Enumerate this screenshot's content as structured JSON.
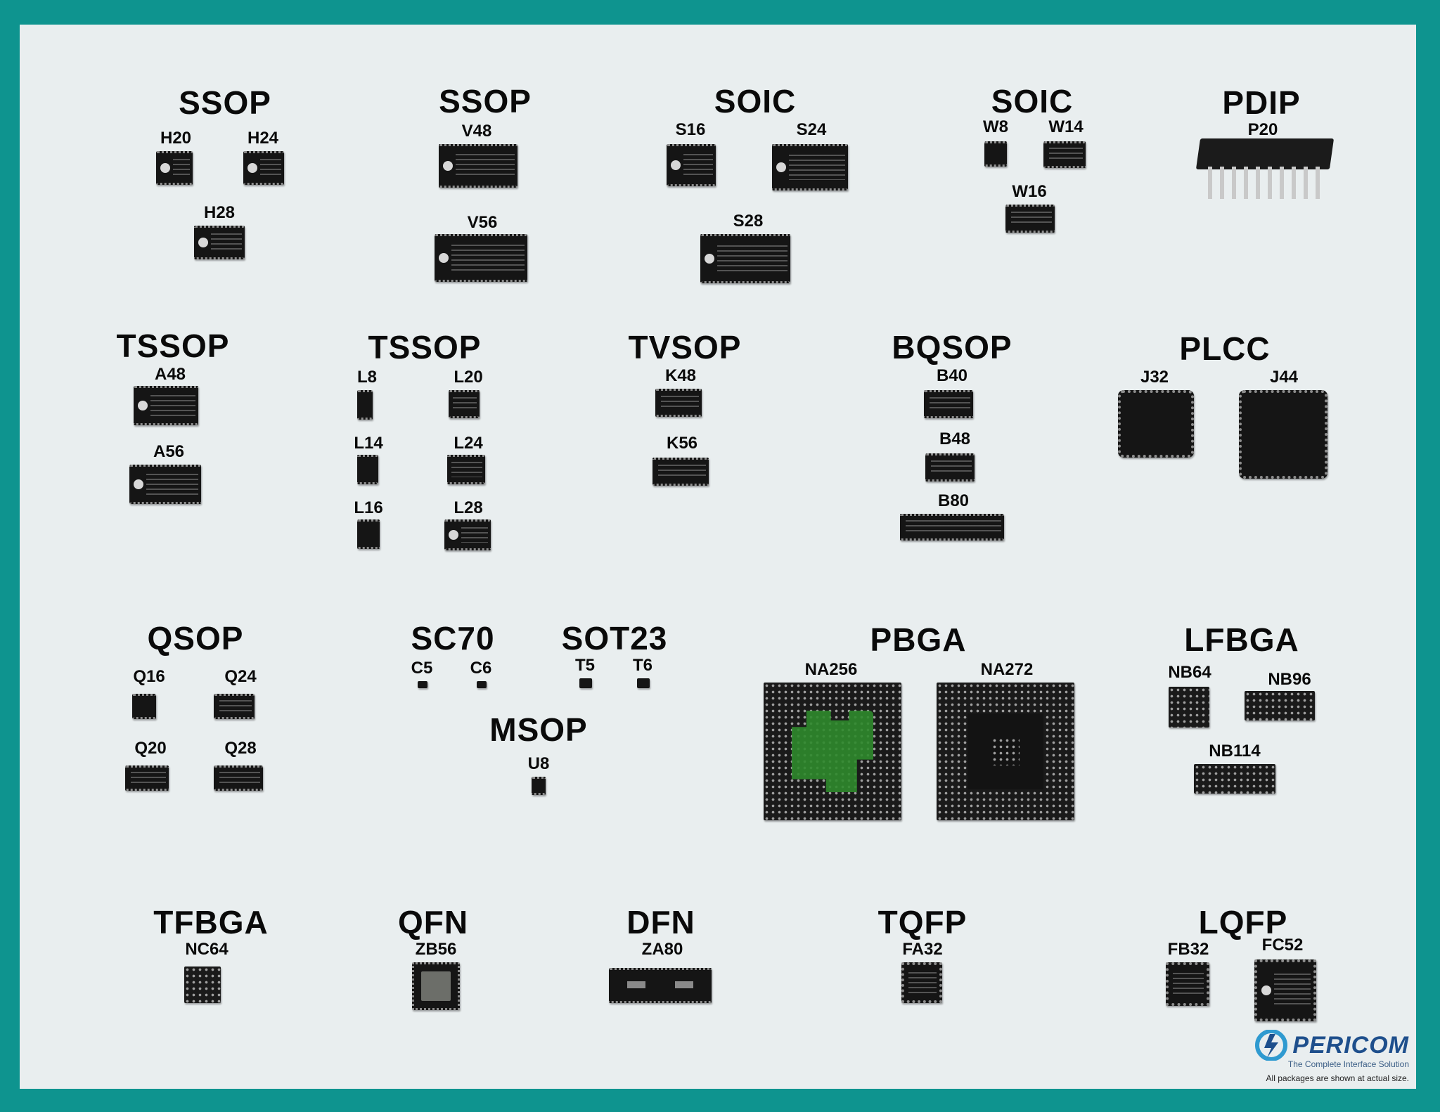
{
  "groups": {
    "ssop1": "SSOP",
    "ssop2": "SSOP",
    "soic1": "SOIC",
    "soic2": "SOIC",
    "pdip": "PDIP",
    "tssop1": "TSSOP",
    "tssop2": "TSSOP",
    "tvsop": "TVSOP",
    "bqsop": "BQSOP",
    "plcc": "PLCC",
    "qsop": "QSOP",
    "sc70": "SC70",
    "sot23": "SOT23",
    "msop": "MSOP",
    "pbga": "PBGA",
    "lfbga": "LFBGA",
    "tfbga": "TFBGA",
    "qfn": "QFN",
    "dfn": "DFN",
    "tqfp": "TQFP",
    "lqfp": "LQFP"
  },
  "packages": {
    "H20": "H20",
    "H24": "H24",
    "H28": "H28",
    "V48": "V48",
    "V56": "V56",
    "S16": "S16",
    "S24": "S24",
    "S28": "S28",
    "W8": "W8",
    "W14": "W14",
    "W16": "W16",
    "P20": "P20",
    "A48": "A48",
    "A56": "A56",
    "L8": "L8",
    "L20": "L20",
    "L14": "L14",
    "L24": "L24",
    "L16": "L16",
    "L28": "L28",
    "K48": "K48",
    "K56": "K56",
    "B40": "B40",
    "B48": "B48",
    "B80": "B80",
    "J32": "J32",
    "J44": "J44",
    "Q16": "Q16",
    "Q24": "Q24",
    "Q20": "Q20",
    "Q28": "Q28",
    "C5": "C5",
    "C6": "C6",
    "T5": "T5",
    "T6": "T6",
    "U8": "U8",
    "NA256": "NA256",
    "NA272": "NA272",
    "NB64": "NB64",
    "NB96": "NB96",
    "NB114": "NB114",
    "NC64": "NC64",
    "ZB56": "ZB56",
    "ZA80": "ZA80",
    "FA32": "FA32",
    "FB32": "FB32",
    "FC52": "FC52"
  },
  "logo": {
    "brand": "PERICOM",
    "tagline": "The Complete Interface Solution",
    "note": "All packages are shown at actual size."
  },
  "colors": {
    "frame": "#0e948f",
    "board": "#e9eeef",
    "brand": "#1e4f8c",
    "pcb_green": "#2f8a2c"
  }
}
